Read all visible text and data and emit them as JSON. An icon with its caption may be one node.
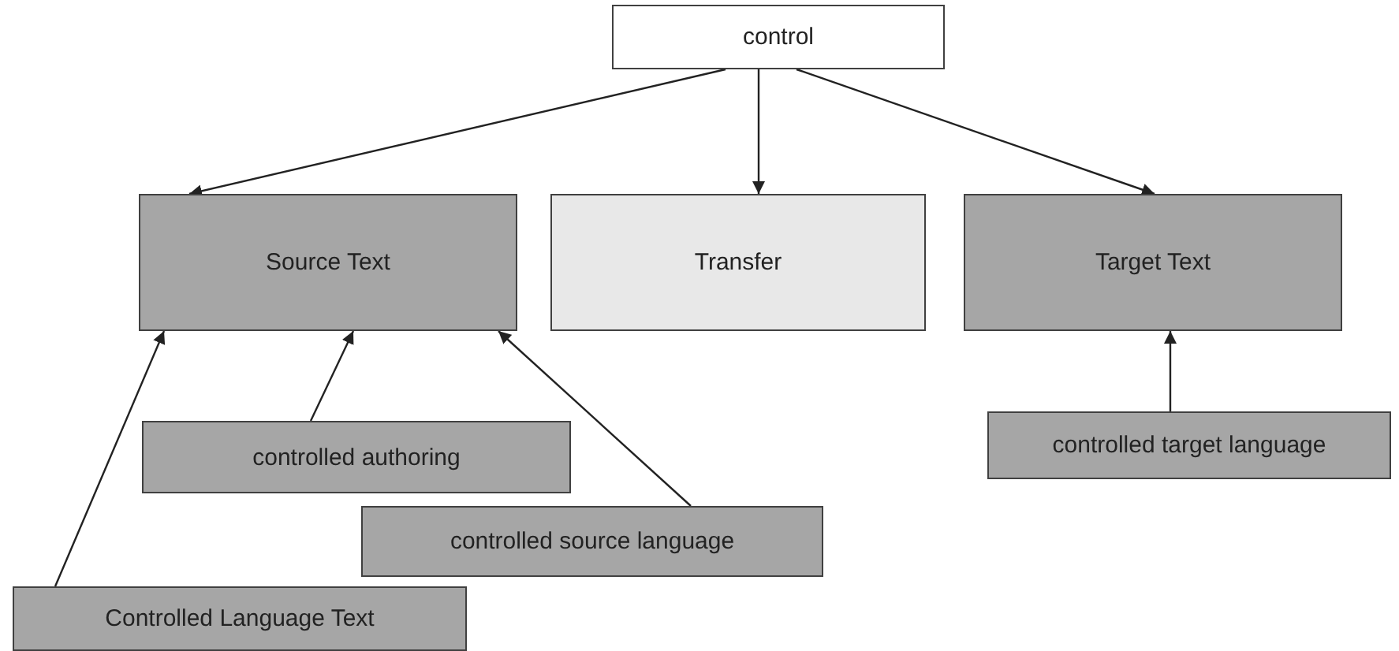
{
  "diagram": {
    "nodes": [
      {
        "text": [
          "control"
        ]
      },
      {
        "text": [
          "Source Text"
        ]
      },
      {
        "text": [
          "Transfer"
        ]
      },
      {
        "text": [
          "Target Text"
        ]
      },
      {
        "text": [
          "controlled authoring"
        ]
      },
      {
        "text": [
          "controlled source language"
        ]
      },
      {
        "text": [
          "Controlled Language Text"
        ]
      },
      {
        "text": [
          "controlled target language"
        ]
      }
    ],
    "edges": [
      {
        "from": 0,
        "to": 1,
        "arrow": "to"
      },
      {
        "from": 0,
        "to": 2,
        "arrow": "to"
      },
      {
        "from": 0,
        "to": 3,
        "arrow": "to"
      },
      {
        "from": 4,
        "to": 1,
        "arrow": "to"
      },
      {
        "from": 5,
        "to": 1,
        "arrow": "to"
      },
      {
        "from": 6,
        "to": 1,
        "arrow": "to"
      },
      {
        "from": 7,
        "to": 3,
        "arrow": "to"
      }
    ]
  }
}
